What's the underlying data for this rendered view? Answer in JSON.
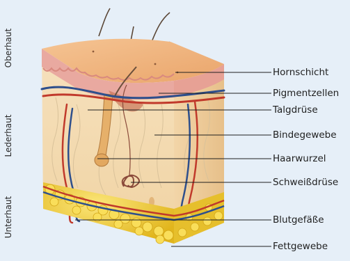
{
  "layers": {
    "top": "Oberhaut",
    "middle": "Lederhaut",
    "bottom": "Unterhaut"
  },
  "labels": [
    "Hornschicht",
    "Pigmentzellen",
    "Talgdrüse",
    "Bindegewebe",
    "Haarwurzel",
    "Schweißdrüse",
    "Blutgefäße",
    "Fettgewebe"
  ],
  "colors": {
    "background": "#e6eff8",
    "epidermis": "#f0b787",
    "dermis": "#f3dcb4",
    "fat": "#f2cf3c",
    "artery": "#c0392b",
    "vein": "#2e4f8c"
  }
}
